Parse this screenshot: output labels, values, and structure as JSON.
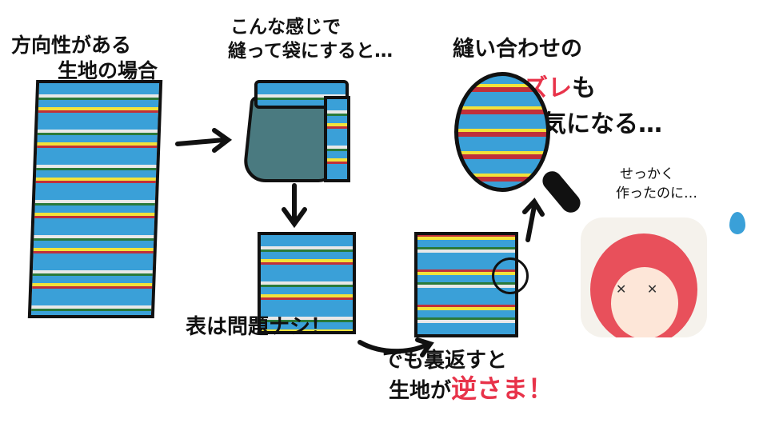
{
  "labels": {
    "directional_line1": "方向性がある",
    "directional_line2": "生地の場合",
    "sew_line1": "こんな感じで",
    "sew_line2": "縫って袋にすると…",
    "seam_line1": "縫い合わせの",
    "seam_highlight": "ズレ",
    "seam_suffix": "も",
    "seam_line3": "気になる…",
    "regret_line1": "せっかく",
    "regret_line2": "作ったのに…",
    "front_ok": "表は問題ナシ！",
    "flip_line1": "でも裏返すと",
    "flip_line2_prefix": "生地が",
    "flip_highlight": "逆さま！"
  },
  "colors": {
    "accent": "#e8334a",
    "fabric": "#3aa0d8",
    "bag_inner": "#4a7a80"
  }
}
